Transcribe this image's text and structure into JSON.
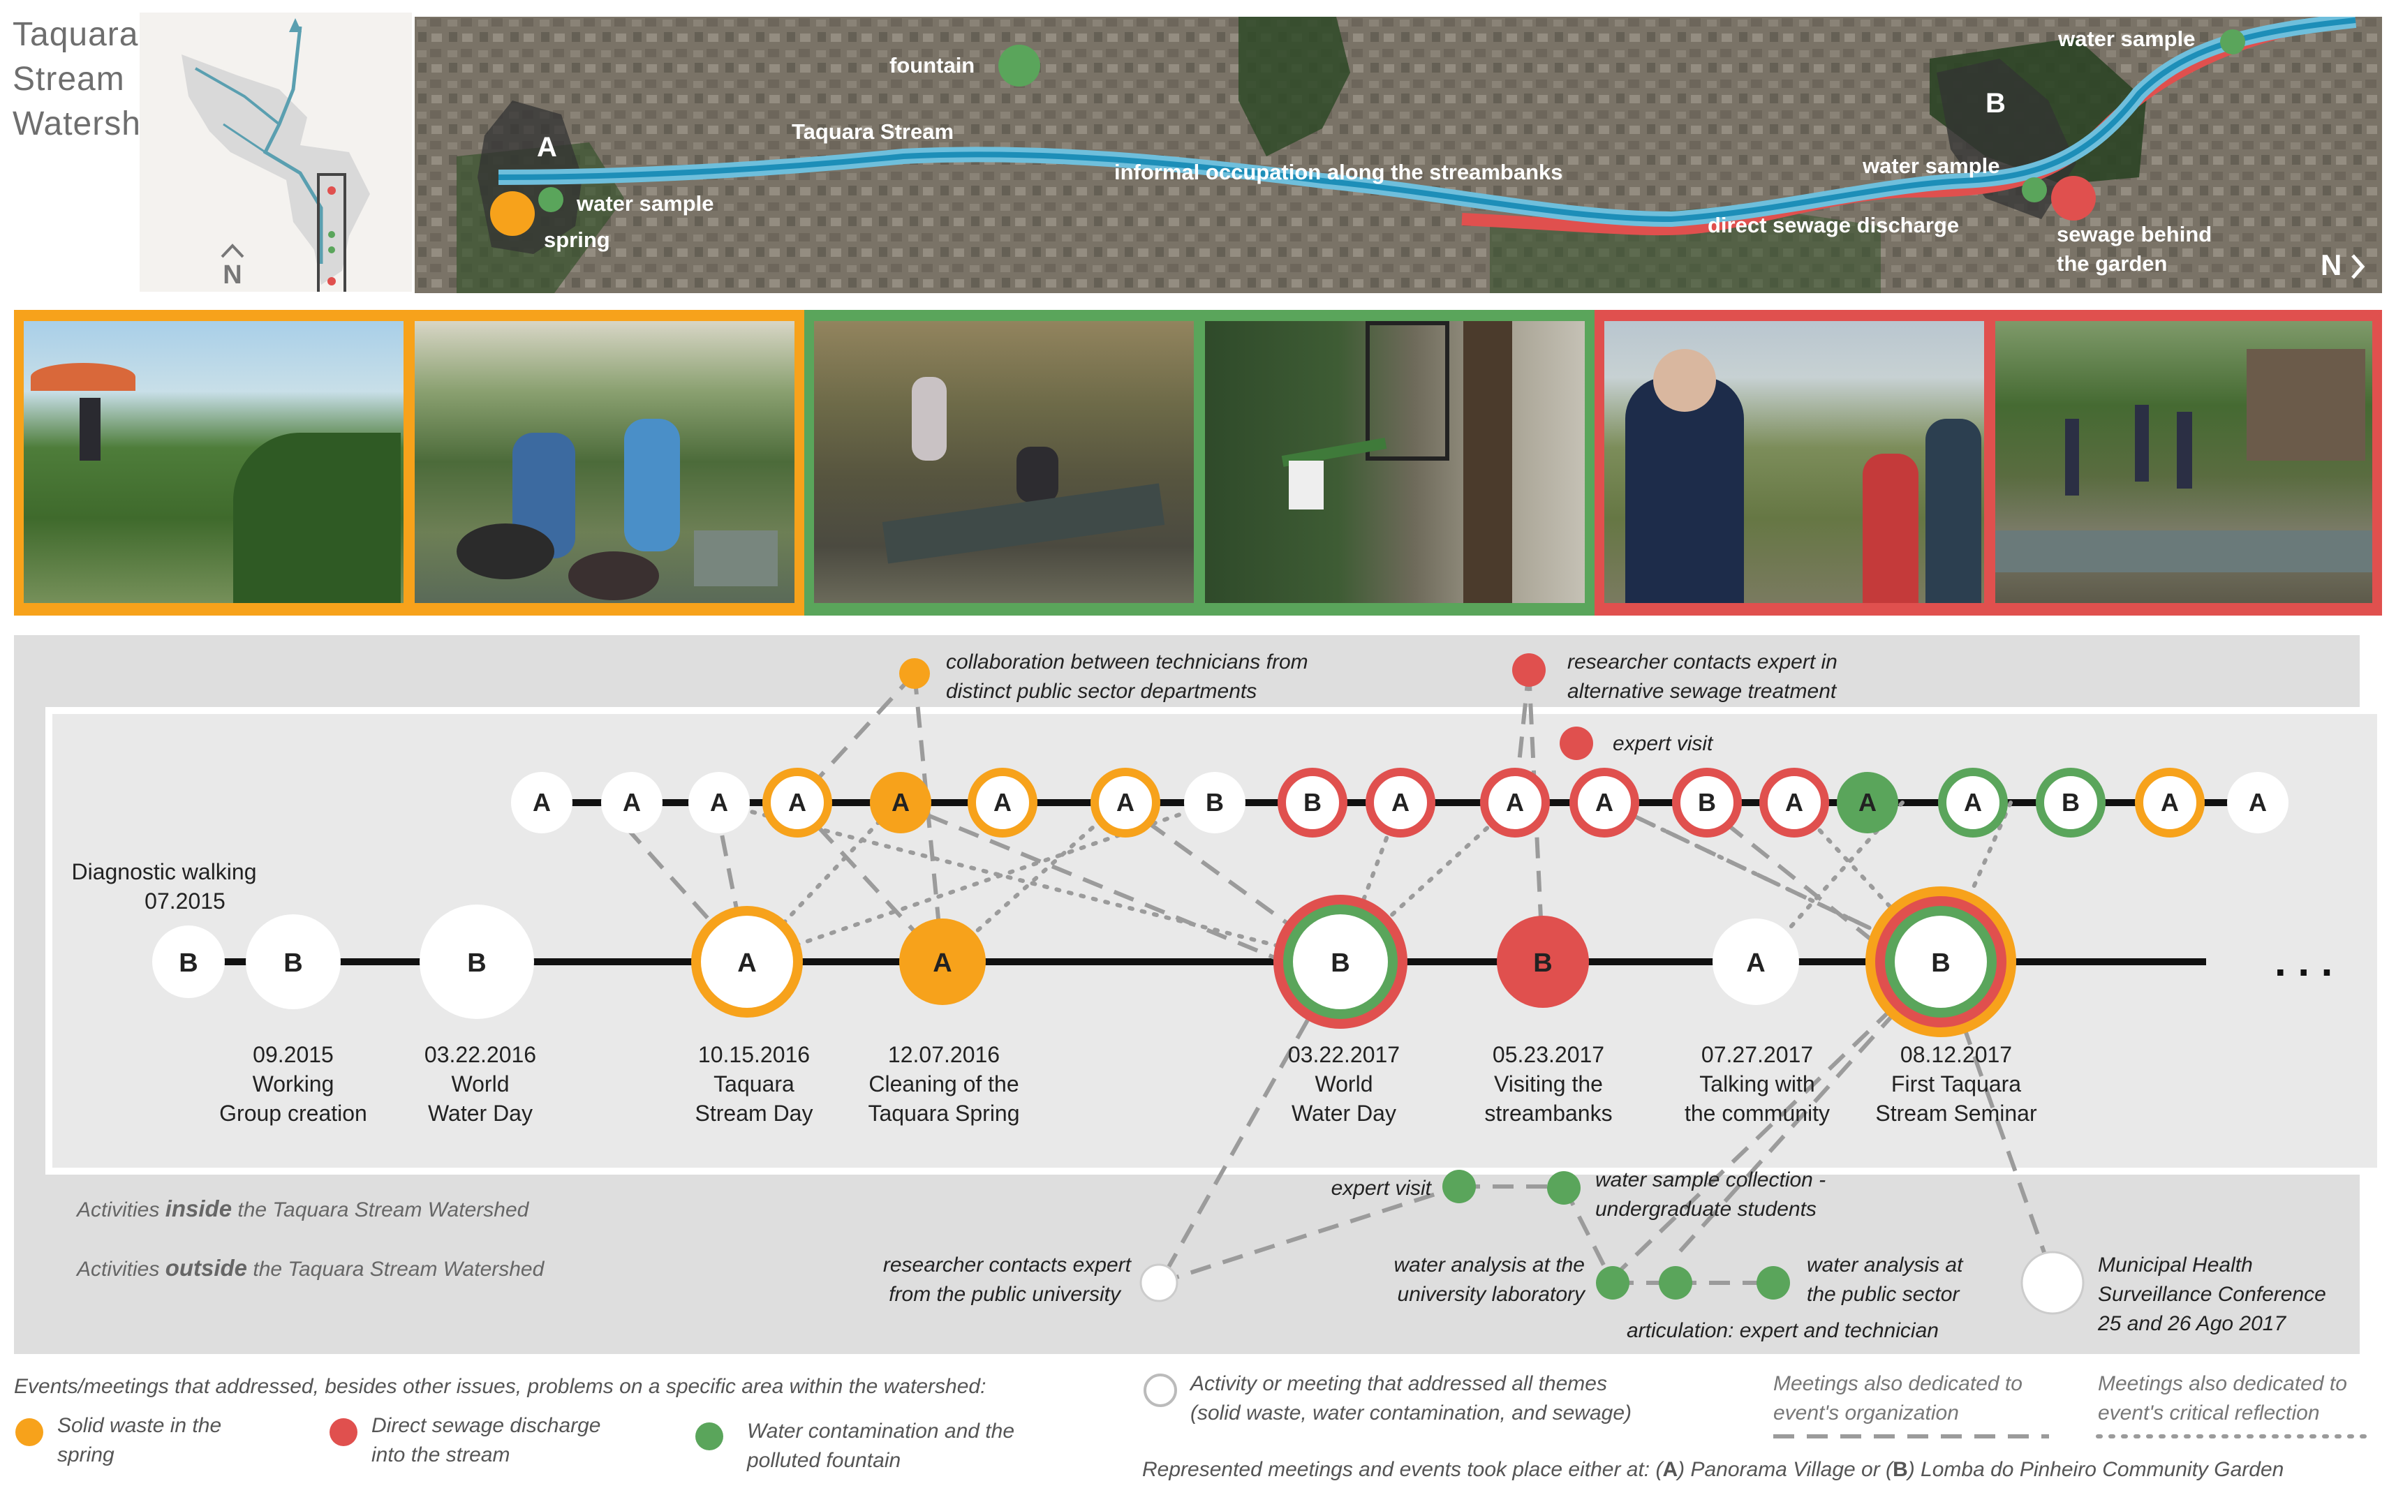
{
  "title": {
    "line1": "Taquara",
    "line2": "Stream",
    "line3": "Watershed"
  },
  "north_label": "N",
  "map": {
    "point_a": "A",
    "point_b": "B",
    "fountain": "fountain",
    "stream": "Taquara Stream",
    "occupation": "informal occupation along the streambanks",
    "water_sample_left": "water sample",
    "spring": "spring",
    "water_sample_mid": "water sample",
    "water_sample_top": "water sample",
    "sewage_discharge": "direct sewage discharge",
    "sewage_garden_1": "sewage behind",
    "sewage_garden_2": "the garden",
    "north": "N"
  },
  "colors": {
    "orange": "#f7a21b",
    "red": "#e0504e",
    "green": "#5aa55b",
    "grey_panel": "#dedede",
    "inner_panel": "#e9e9e9"
  },
  "timeline": {
    "small_nodes": [
      "A",
      "A",
      "A",
      "A",
      "A",
      "A",
      "A",
      "B",
      "B",
      "A",
      "A",
      "A",
      "B",
      "A",
      "A",
      "A",
      "B",
      "A",
      "A"
    ],
    "diagnostic_1": "Diagnostic walking",
    "diagnostic_2": "07.2015",
    "main_nodes": [
      "B",
      "B",
      "B",
      "A",
      "A",
      "B",
      "B",
      "A",
      "B"
    ],
    "ellipsis": ". . .",
    "events": [
      {
        "date": "09.2015",
        "l1": "Working",
        "l2": "Group creation"
      },
      {
        "date": "03.22.2016",
        "l1": "World",
        "l2": "Water Day"
      },
      {
        "date": "10.15.2016",
        "l1": "Taquara",
        "l2": "Stream Day"
      },
      {
        "date": "12.07.2016",
        "l1": "Cleaning of the",
        "l2": "Taquara Spring"
      },
      {
        "date": "03.22.2017",
        "l1": "World",
        "l2": "Water Day"
      },
      {
        "date": "05.23.2017",
        "l1": "Visiting the",
        "l2": "streambanks"
      },
      {
        "date": "07.27.2017",
        "l1": "Talking with",
        "l2": "the community"
      },
      {
        "date": "08.12.2017",
        "l1": "First Taquara",
        "l2": "Stream Seminar"
      }
    ],
    "collab_1": "collaboration between technicians from",
    "collab_2": "distinct public sector departments",
    "researcher_1": "researcher contacts expert in",
    "researcher_2": "alternative sewage treatment",
    "expert_visit_top": "expert visit",
    "expert_visit_bottom": "expert visit",
    "water_collection_1": "water sample collection -",
    "water_collection_2": "undergraduate students",
    "inside_pre": "Activities ",
    "inside_em": "inside",
    "inside_post": " the Taquara Stream Watershed",
    "outside_pre": "Activities ",
    "outside_em": "outside",
    "outside_post": " the Taquara Stream Watershed",
    "researcher_uni_1": "researcher contacts expert",
    "researcher_uni_2": "from the public university",
    "analysis_uni_1": "water analysis at the",
    "analysis_uni_2": "university laboratory",
    "analysis_pub_1": "water analysis at",
    "analysis_pub_2": "the public sector",
    "articulation": "articulation: expert and technician",
    "municipal_1": "Municipal Health",
    "municipal_2": "Surveillance Conference",
    "municipal_3": "25 and 26 Ago 2017"
  },
  "legend": {
    "heading": "Events/meetings that addressed, besides other issues, problems on a specific area within the watershed:",
    "orange_1": "Solid waste in the",
    "orange_2": "spring",
    "red_1": "Direct sewage discharge",
    "red_2": "into the stream",
    "green_1": "Water contamination and the",
    "green_2": "polluted fountain",
    "all_1": "Activity or meeting that addressed all themes",
    "all_2": "(solid waste, water contamination, and sewage)",
    "org_1": "Meetings also dedicated to",
    "org_2": "event's organization",
    "crit_1": "Meetings also dedicated to",
    "crit_2": "event's critical reflection",
    "represented_pre": "Represented meetings and events took place either at: (",
    "represented_a": "A",
    "represented_mid": ") Panorama Village or (",
    "represented_b": "B",
    "represented_post": ") Lomba do Pinheiro Community Garden"
  }
}
